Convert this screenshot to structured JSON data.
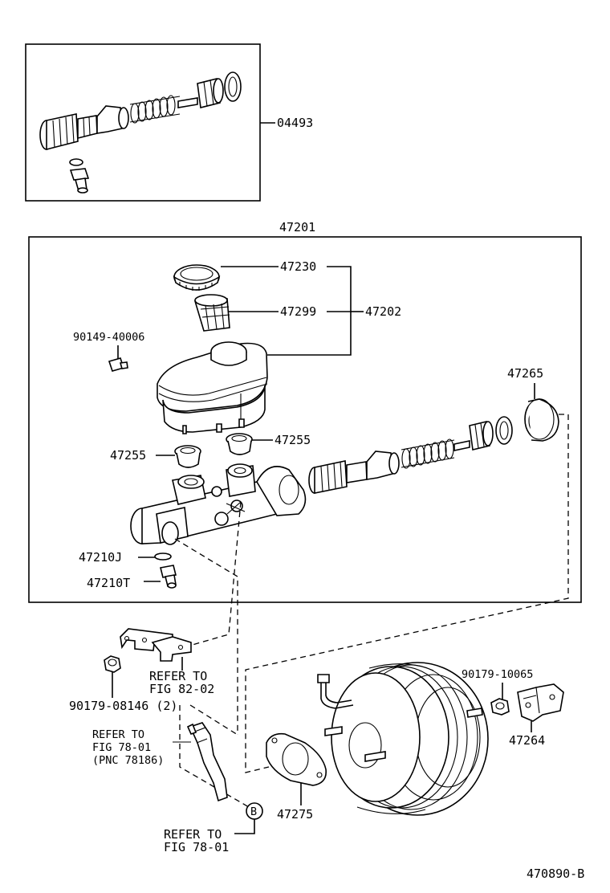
{
  "labels": {
    "kit": "04493",
    "assembly": "47201",
    "cap": "47230",
    "strainer": "47299",
    "reservoir_set": "47202",
    "screw": "90149-40006",
    "grommet_right": "47255",
    "grommet_left": "47255",
    "seal_ring": "47265",
    "o_ring": "47210J",
    "plug": "47210T",
    "nut": "90179-08146 (2)",
    "nut_right": "90179-10065",
    "bracket_right": "47264",
    "gasket": "47275",
    "ref1_line1": "REFER TO",
    "ref1_line2": "FIG 82-02",
    "ref2_line1": "REFER TO",
    "ref2_line2": "FIG 78-01",
    "ref2_line3": "(PNC 78186)",
    "ref3_line1": "REFER TO",
    "ref3_line2": "FIG 78-01",
    "circle_b": "B",
    "figure_id": "470890-B"
  }
}
